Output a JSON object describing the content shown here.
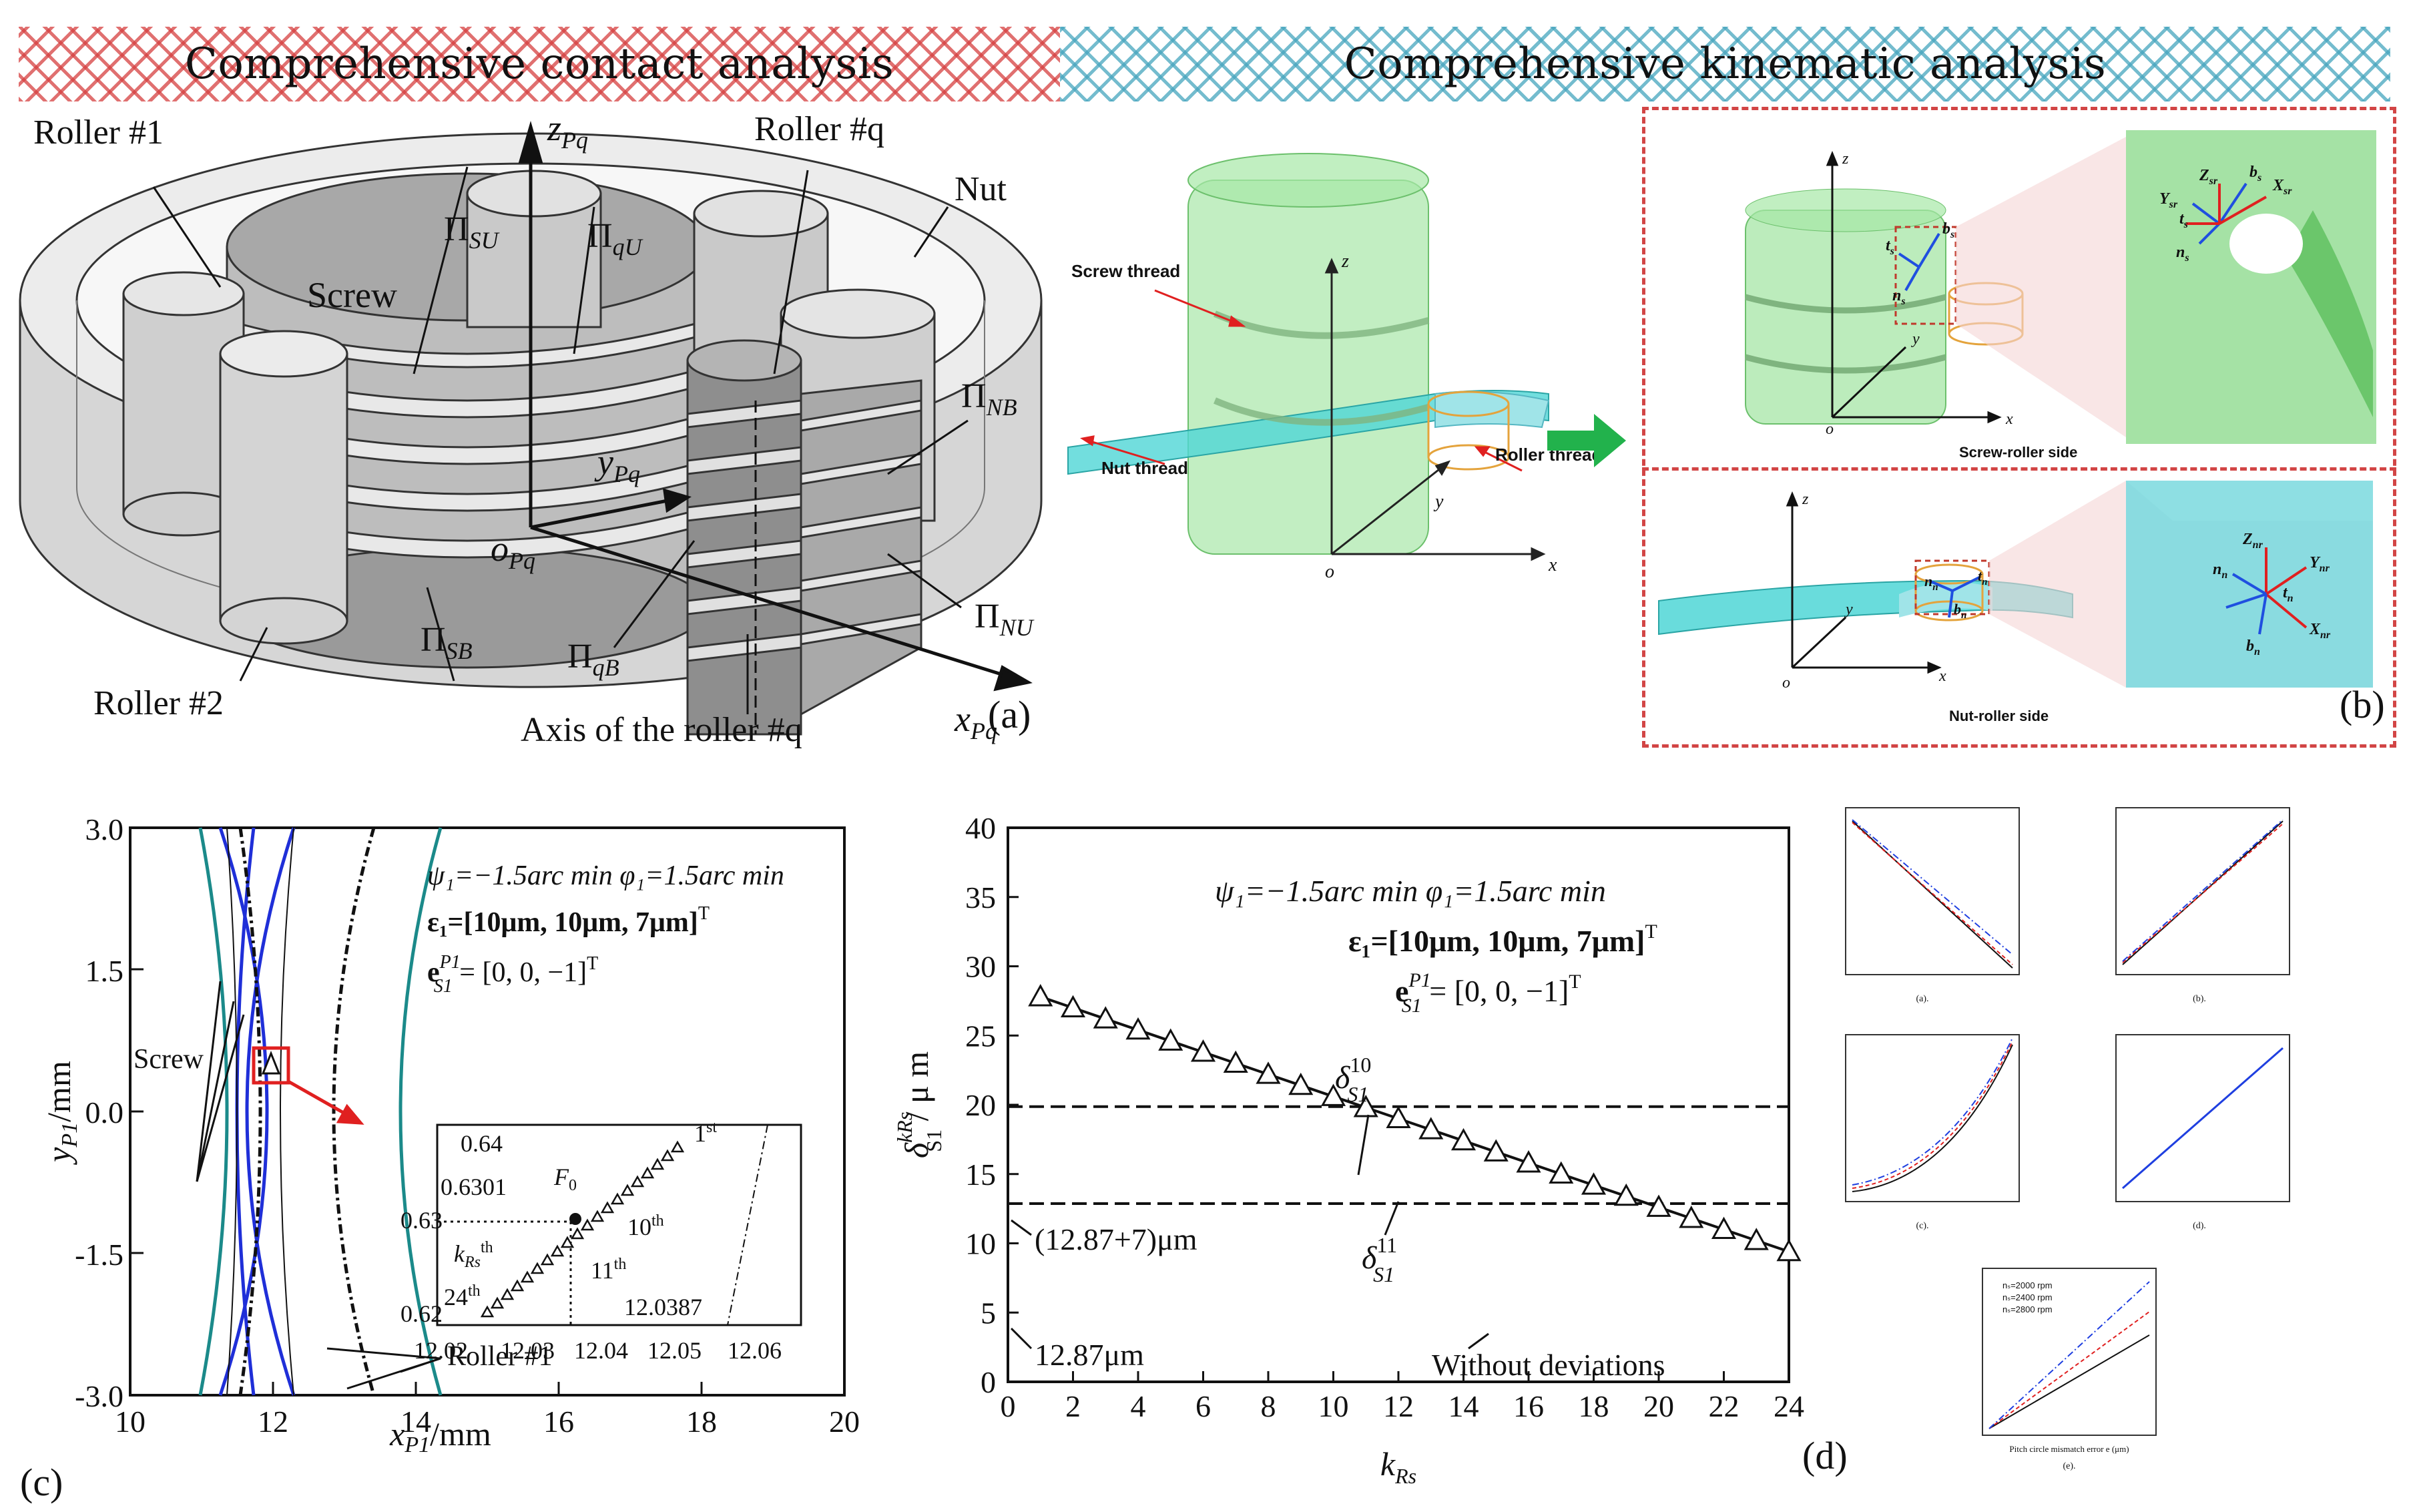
{
  "banners": {
    "left": "Comprehensive contact analysis",
    "right": "Comprehensive kinematic analysis"
  },
  "panel_a": {
    "label": "(a)",
    "roller1": "Roller #1",
    "roller2": "Roller #2",
    "rollerq": "Roller #q",
    "screw": "Screw",
    "nut": "Nut",
    "axis_z": "z",
    "axis_z_sub": "Pq",
    "axis_y": "y",
    "axis_y_sub": "Pq",
    "axis_x": "x",
    "axis_x_sub": "Pq",
    "origin": "o",
    "origin_sub": "Pq",
    "pi": "Π",
    "pi_su": "SU",
    "pi_qu": "qU",
    "pi_nb": "NB",
    "pi_sb": "SB",
    "pi_qb": "qB",
    "pi_nu": "NU",
    "axis_caption": "Axis of the roller #q"
  },
  "panel_b": {
    "label": "(b)",
    "screw_thread": "Screw thread",
    "roller_thread": "Roller thread",
    "nut_thread": "Nut thread",
    "z": "z",
    "y": "y",
    "x": "x",
    "o": "o",
    "screw_roller_side": "Screw-roller side",
    "nut_roller_side": "Nut-roller side",
    "zsr": "Z",
    "zsr_sub": "sr",
    "ysr": "Y",
    "ysr_sub": "sr",
    "xsr": "X",
    "xsr_sub": "sr",
    "znr": "Z",
    "znr_sub": "nr",
    "ynr": "Y",
    "ynr_sub": "nr",
    "xnr": "X",
    "xnr_sub": "nr",
    "ts": "t",
    "ts_sub": "s",
    "bs": "b",
    "bs_sub": "s",
    "ns": "n",
    "ns_sub": "s",
    "tn": "t",
    "tn_sub": "n",
    "bn": "b",
    "bn_sub": "n",
    "nn": "n",
    "nn_sub": "n"
  },
  "panel_c": {
    "label": "(c)",
    "xlabel": "x",
    "xlabel_sub": "P1",
    "xlabel_unit": "/mm",
    "ylabel": "y",
    "ylabel_sub": "P1",
    "ylabel_unit": "/mm",
    "xticks": [
      "10",
      "12",
      "14",
      "16",
      "18",
      "20"
    ],
    "yticks": [
      "3.0",
      "1.5",
      "0.0",
      "-1.5",
      "-3.0"
    ],
    "annot_line1": "ψ₁=−1.5arc min   φ₁=1.5arc min",
    "annot_line2": "ε₁=[10μm, 10μm, 7μm]",
    "annot_line2_sup": "T",
    "annot_line3": "e",
    "annot_line3_sub": "S1",
    "annot_line3_sup": "P1",
    "annot_line3_rest": " = [0, 0, −1]",
    "annot_line3_sup2": "T",
    "screw": "Screw",
    "roller1": "Roller #1",
    "inset": {
      "xticks": [
        "12.02",
        "12.03",
        "12.04",
        "12.05",
        "12.06"
      ],
      "yticks": [
        "0.64",
        "0.63",
        "0.62"
      ],
      "v1": "0.6301",
      "v2": "12.0387",
      "f0": "F",
      "f0_sub": "0",
      "first": "1",
      "first_sup": "st",
      "tenth": "10",
      "tenth_sup": "th",
      "eleventh": "11",
      "eleventh_sup": "th",
      "twentyfourth": "24",
      "twentyfourth_sup": "th",
      "k": "k",
      "k_sub": "Rs",
      "k_sup": "th"
    }
  },
  "chart_data": {
    "type": "line",
    "xlabel": "k",
    "xlabel_sub": "Rs",
    "ylabel": "δ",
    "ylabel_sub": "S1",
    "ylabel_sup": "kRs",
    "ylabel_unit": " / μ m",
    "xlim": [
      0,
      24
    ],
    "ylim": [
      0,
      40
    ],
    "xticks": [
      0,
      2,
      4,
      6,
      8,
      10,
      12,
      14,
      16,
      18,
      20,
      22,
      24
    ],
    "yticks": [
      0,
      5,
      10,
      15,
      20,
      25,
      30,
      35,
      40
    ],
    "series": [
      {
        "x": [
          1,
          2,
          3,
          4,
          5,
          6,
          7,
          8,
          9,
          10,
          11,
          12,
          13,
          14,
          15,
          16,
          17,
          18,
          19,
          20,
          21,
          22,
          23,
          24
        ],
        "y": [
          27.8,
          27.0,
          26.2,
          25.4,
          24.6,
          23.8,
          23.0,
          22.2,
          21.4,
          20.6,
          19.8,
          19.0,
          18.2,
          17.4,
          16.6,
          15.8,
          15.0,
          14.2,
          13.4,
          12.6,
          11.8,
          11.0,
          10.2,
          9.4
        ]
      }
    ],
    "hlines": [
      19.87,
      12.87
    ],
    "annotations": {
      "line1": "ψ₁=−1.5arc min     φ₁=1.5arc min",
      "line2": "ε₁=[10μm, 10μm, 7μm]",
      "line2_sup": "T",
      "line3": "e",
      "line3_sub": "S1",
      "line3_sup": "P1",
      "line3_rest": " = [0, 0, −1]",
      "line3_sup2": "T",
      "d10": "δ",
      "d10_sup": "10",
      "d10_sub": "S1",
      "d11": "δ",
      "d11_sup": "11",
      "d11_sub": "S1",
      "lbl1": "(12.87+7)μm",
      "lbl2": "12.87μm",
      "lbl3": "Without deviations"
    }
  },
  "panel_d": {
    "label": "(d)",
    "sub_a": "(a).",
    "sub_b": "(b).",
    "sub_c": "(c).",
    "sub_d": "(d).",
    "sub_e": "(e).",
    "xlabel": "Pitch circle mismatch error e (μm)",
    "legend": [
      "nₛ=2000 rpm",
      "nₛ=2400 rpm",
      "nₛ=2800 rpm"
    ],
    "colors": [
      "#111111",
      "#e02020",
      "#1f3fe0"
    ]
  }
}
